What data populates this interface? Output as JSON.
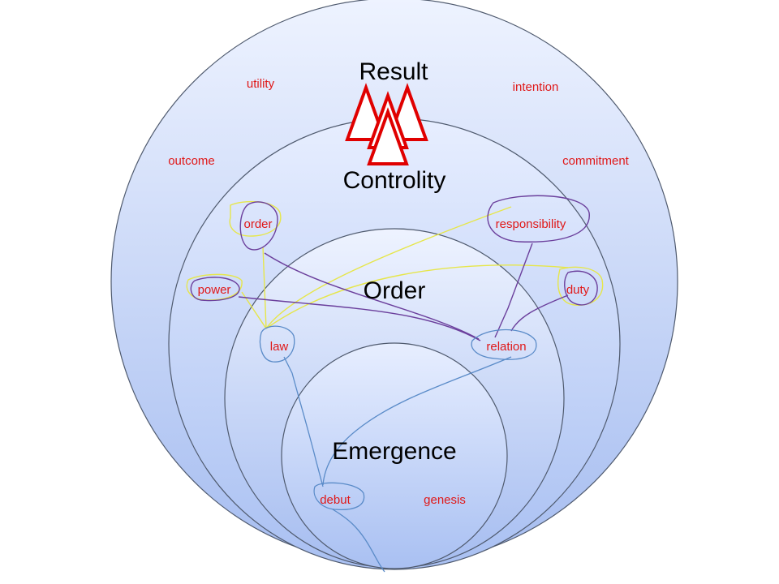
{
  "rings": {
    "result": "Result",
    "controlity": "Controlity",
    "order": "Order",
    "emergence": "Emergence"
  },
  "terms": {
    "utility": "utility",
    "intention": "intention",
    "outcome": "outcome",
    "commitment": "commitment",
    "order": "order",
    "responsibility": "responsibility",
    "power": "power",
    "duty": "duty",
    "law": "law",
    "relation": "relation",
    "debut": "debut",
    "genesis": "genesis"
  },
  "colors": {
    "term_text": "#e01818",
    "ring_light": "#eaf0ff",
    "ring_dark": "#a8bff0",
    "triangle": "#e00000",
    "purple_link": "#6a3d9a",
    "yellow_link": "#e8e84a",
    "blue_link": "#5b8bc9"
  }
}
